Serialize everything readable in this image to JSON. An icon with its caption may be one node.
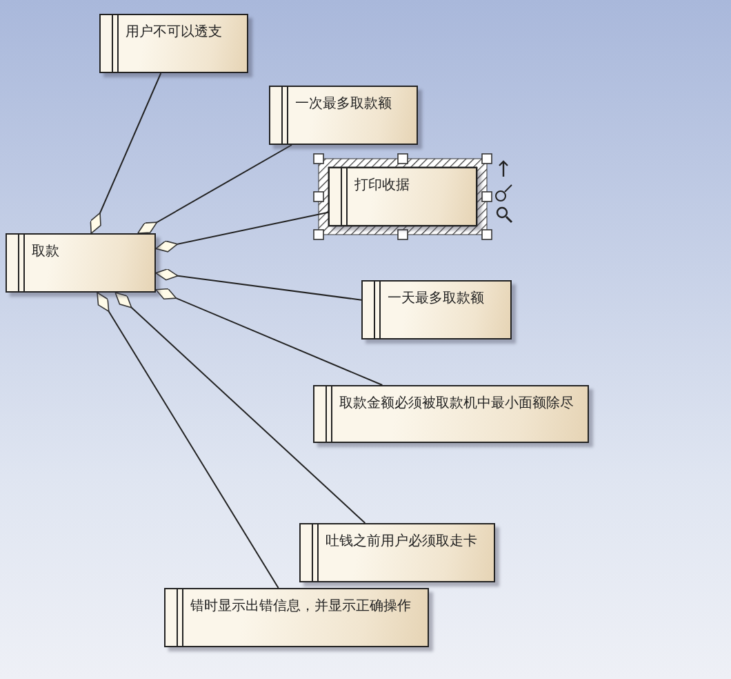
{
  "diagram": {
    "nodes": [
      {
        "text": [
          "用户不可以透支"
        ]
      },
      {
        "text": [
          "一次最多取款额"
        ]
      },
      {
        "text": [
          "打印收据"
        ]
      },
      {
        "text": [
          "取款"
        ]
      },
      {
        "text": [
          "一天最多取款额"
        ]
      },
      {
        "text": [
          "取款金额必须被取款机中最小面额除尽"
        ]
      },
      {
        "text": [
          "吐钱之前用户必须取走卡"
        ]
      },
      {
        "text": [
          "错时显示出错信息，并显示正确操作"
        ]
      }
    ],
    "edges": [
      {
        "from": 3,
        "to": 0,
        "arrow": "other"
      },
      {
        "from": 3,
        "to": 1,
        "arrow": "other"
      },
      {
        "from": 3,
        "to": 2,
        "arrow": "other"
      },
      {
        "from": 3,
        "to": 4,
        "arrow": "other"
      },
      {
        "from": 3,
        "to": 5,
        "arrow": "other"
      },
      {
        "from": 3,
        "to": 6,
        "arrow": "other"
      },
      {
        "from": 3,
        "to": 7,
        "arrow": "other"
      }
    ]
  }
}
